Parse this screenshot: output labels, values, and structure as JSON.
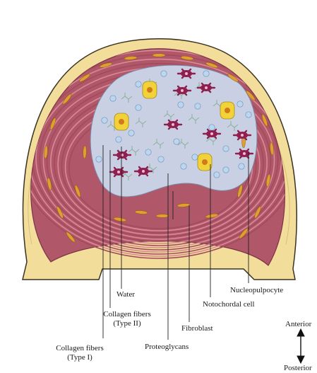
{
  "labels": {
    "water": "Water",
    "collagen_type2_line1": "Collagen fibers",
    "collagen_type2_line2": "(Type II)",
    "collagen_type1_line1": "Collagen fibers",
    "collagen_type1_line2": "(Type I)",
    "fibroblast": "Fibroblast",
    "proteoglycans": "Proteoglycans",
    "notochordal_cell": "Notochordal cell",
    "nucleopulpocyte": "Nucleopulpocyte",
    "anterior": "Anterior",
    "posterior": "Posterior"
  },
  "colors": {
    "annulus_outer": "#b0586a",
    "annulus_ring_light": "#d98a96",
    "annulus_ring_dark": "#a34a5c",
    "nucleus": "#c9d0e4",
    "vertebra": "#f2dd9a",
    "vertebra_edge": "#3a3222",
    "cell_magenta": "#8e1f4f",
    "notochordal_yellow": "#f1d23a",
    "water_blue": "#bcd6f0",
    "fibroblast_orange": "#e0a030",
    "proteoglycan_green": "#8fb29a",
    "leader_line": "#222222"
  }
}
